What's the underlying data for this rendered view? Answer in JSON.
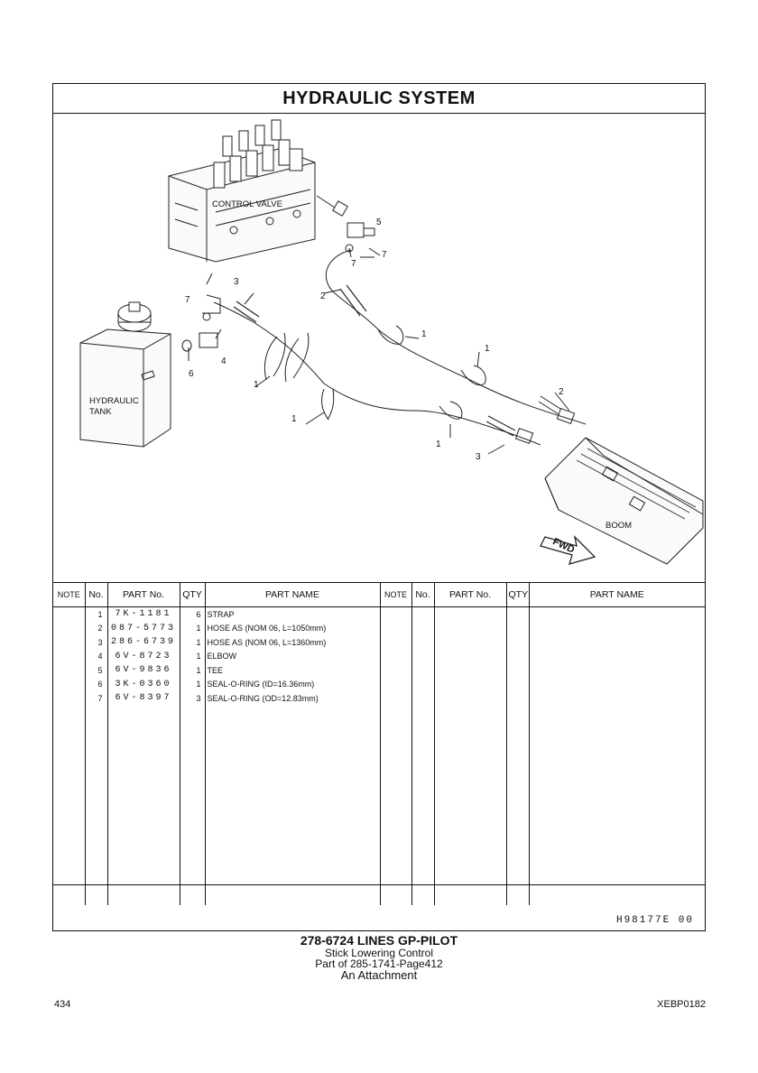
{
  "title": "HYDRAULIC   SYSTEM",
  "labels": {
    "control_valve": "CONTROL VALVE",
    "hydraulic_tank_1": "HYDRAULIC",
    "hydraulic_tank_2": "TANK",
    "boom": "BOOM",
    "fwd": "FWD"
  },
  "callouts": [
    "5",
    "7",
    "7",
    "2",
    "3",
    "7",
    "4",
    "6",
    "1",
    "1",
    "1",
    "1",
    "2",
    "1",
    "3"
  ],
  "table_headers": {
    "note": "NOTE",
    "no": "No.",
    "part_no": "PART No.",
    "qty": "QTY",
    "part_name": "PART NAME"
  },
  "parts": [
    {
      "no": "1",
      "part_no": "7K-1181",
      "qty": "6",
      "name": "STRAP"
    },
    {
      "no": "2",
      "part_no": "087-5773",
      "qty": "1",
      "name": "HOSE  AS (NOM 06, L=1050mm)"
    },
    {
      "no": "3",
      "part_no": "286-6739",
      "qty": "1",
      "name": "HOSE  AS (NOM 06, L=1360mm)"
    },
    {
      "no": "4",
      "part_no": "6V-8723",
      "qty": "1",
      "name": "ELBOW"
    },
    {
      "no": "5",
      "part_no": "6V-9836",
      "qty": "1",
      "name": "TEE"
    },
    {
      "no": "6",
      "part_no": "3K-0360",
      "qty": "1",
      "name": "SEAL-O-RING (ID=16.36mm)"
    },
    {
      "no": "7",
      "part_no": "6V-8397",
      "qty": "3",
      "name": "SEAL-O-RING (OD=12.83mm)"
    }
  ],
  "drawing_ref": "H98177E    00",
  "caption": {
    "line1": "278-6724  LINES GP-PILOT",
    "line2": "Stick  Lowering  Control",
    "line3": "Part of 285-1741-Page412",
    "line4": "An Attachment"
  },
  "page_number": "434",
  "doc_id": "XEBP0182"
}
